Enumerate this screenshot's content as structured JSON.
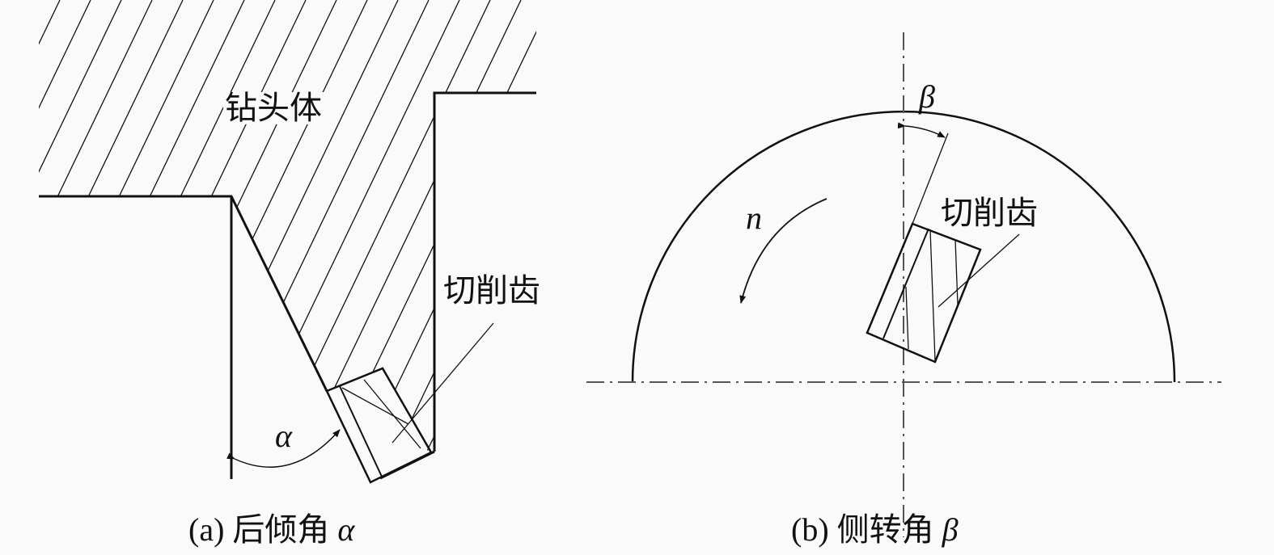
{
  "panel_a": {
    "body_label": "钻头体",
    "tooth_label": "切削齿",
    "angle_symbol": "α",
    "caption": {
      "prefix": "(a) 后倾角",
      "symbol": "α"
    }
  },
  "panel_b": {
    "tooth_label": "切削齿",
    "angle_symbol": "β",
    "rotation_symbol": "n",
    "caption": {
      "prefix": "(b) 侧转角",
      "symbol": "β"
    }
  },
  "colors": {
    "line": "#111111",
    "background": "#fafafa",
    "centerline": "#555555"
  }
}
